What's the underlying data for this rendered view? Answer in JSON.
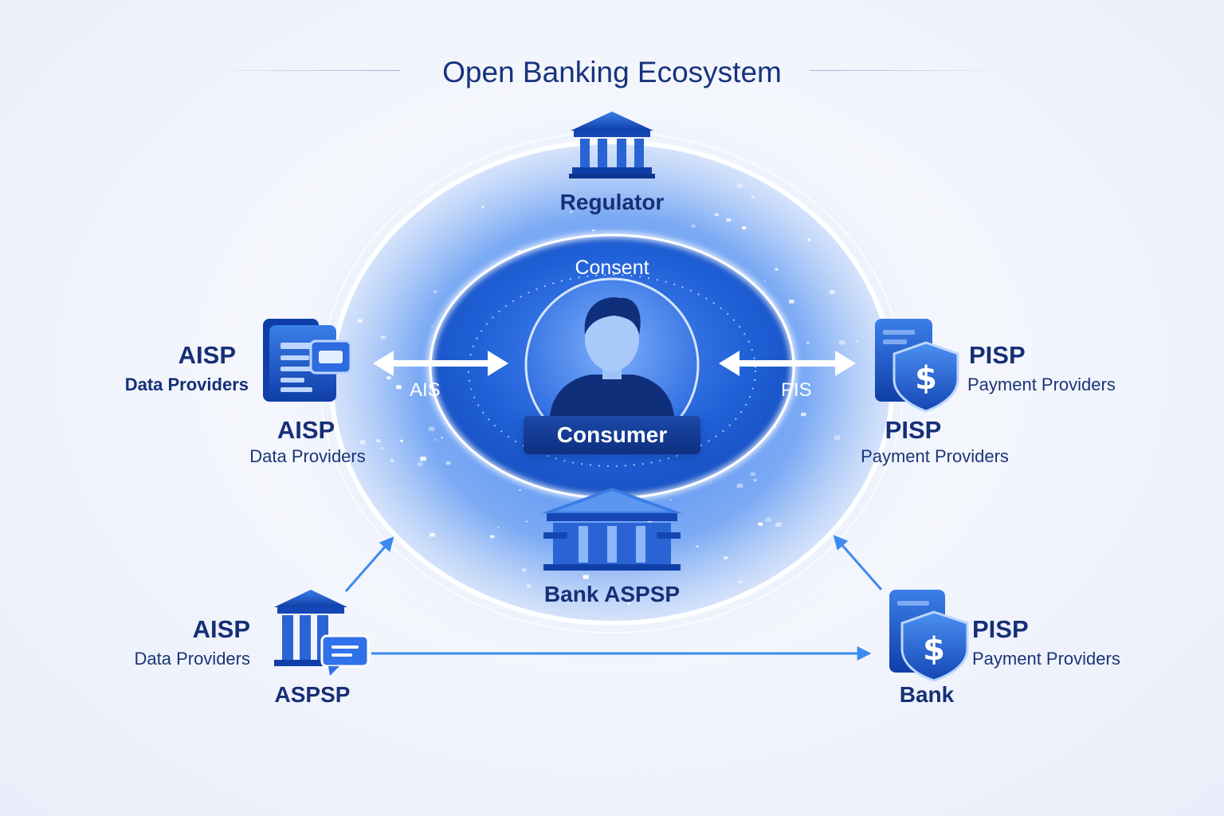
{
  "title": "Open Banking Ecosystem",
  "consent_label": "Consent",
  "center": {
    "label": "Consumer",
    "icon": "user-icon"
  },
  "top": {
    "label": "Regulator",
    "icon": "bank-icon"
  },
  "bottom_center": {
    "label": "Bank ASPSP",
    "icon": "bank-icon"
  },
  "left_upper": {
    "title": "AISP",
    "subtitle": "Data Providers",
    "icon": "document-card-icon"
  },
  "left_upper_2": {
    "title": "AISP",
    "subtitle": "Data Providers"
  },
  "right_upper": {
    "title": "PISP",
    "subtitle": "Payment Providers",
    "icon": "dollar-shield-icon"
  },
  "right_upper_2": {
    "title": "PISP",
    "subtitle": "Payment Providers"
  },
  "left_arrow_label": "AIS",
  "right_arrow_label": "PIS",
  "bottom_left": {
    "title": "AISP",
    "subtitle": "Data Providers",
    "node": "ASPSP",
    "icon": "bank-chat-icon"
  },
  "bottom_right": {
    "title": "PISP",
    "subtitle": "Payment Providers",
    "node": "Bank",
    "icon": "dollar-shield-icon"
  },
  "colors": {
    "primary": "#1f5fd6",
    "dark_navy": "#162f76",
    "light_blue": "#5aa0f5",
    "background": "#eef2fb"
  }
}
